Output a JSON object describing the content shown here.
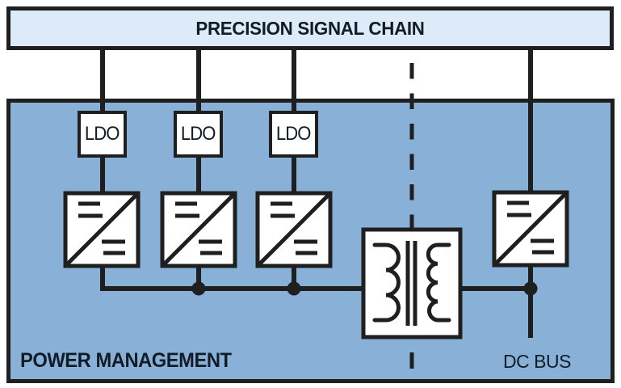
{
  "colors": {
    "panel_fill": "#89b1d7",
    "signal_fill": "#dcebf7",
    "line": "#1f1f1f",
    "text": "#121c26"
  },
  "signal_chain": {
    "label": "PRECISION SIGNAL CHAIN"
  },
  "power_management": {
    "label": "POWER MANAGEMENT",
    "dc_bus_label": "DC BUS",
    "ldos": [
      {
        "label": "LDO"
      },
      {
        "label": "LDO"
      },
      {
        "label": "LDO"
      }
    ],
    "icons": {
      "dc_dc_converter_count": 4,
      "isolation_transformer_count": 1,
      "junction_dot_count": 3,
      "isolation_boundary": "vertical-dashed-line"
    }
  }
}
